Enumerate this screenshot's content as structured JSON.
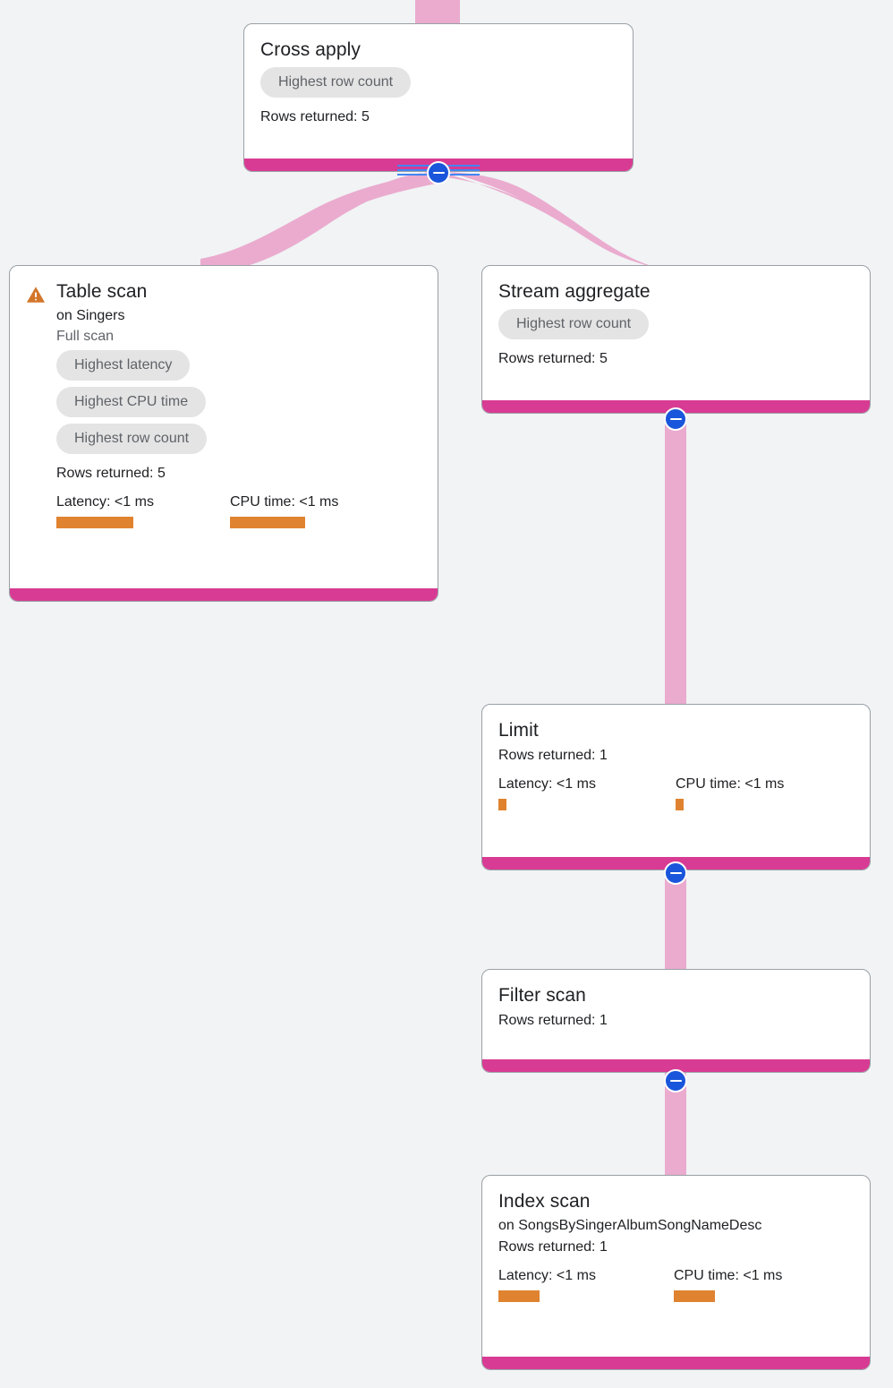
{
  "canvas": {
    "background": "#f1f3f4",
    "accent_pink": "#d83b93",
    "edge_pink": "#eaabcf",
    "bar_orange": "#e08330",
    "chip_bg": "#e4e4e4",
    "toggle_blue": "#1a56db",
    "warn_orange": "#d2762a"
  },
  "labels": {
    "rows_returned_prefix": "Rows returned: ",
    "latency_prefix": "Latency: ",
    "cpu_prefix": "CPU time: ",
    "on_prefix": "on "
  },
  "nodes": [
    {
      "id": "cross-apply",
      "title": "Cross apply",
      "subtitle": "",
      "scan_type": "",
      "chips": [
        "Highest row count"
      ],
      "rows_returned": "Rows returned: 5",
      "latency": "",
      "cpu_time": "",
      "warning": false,
      "collapsible": true
    },
    {
      "id": "table-scan",
      "title": "Table scan",
      "subtitle": "on Singers",
      "scan_type": "Full scan",
      "chips": [
        "Highest latency",
        "Highest CPU time",
        "Highest row count"
      ],
      "rows_returned": "Rows returned: 5",
      "latency": "Latency: <1 ms",
      "cpu_time": "CPU time: <1 ms",
      "warning": true,
      "collapsible": false
    },
    {
      "id": "stream-aggregate",
      "title": "Stream aggregate",
      "subtitle": "",
      "scan_type": "",
      "chips": [
        "Highest row count"
      ],
      "rows_returned": "Rows returned: 5",
      "latency": "",
      "cpu_time": "",
      "warning": false,
      "collapsible": true
    },
    {
      "id": "limit",
      "title": "Limit",
      "subtitle": "",
      "scan_type": "",
      "chips": [],
      "rows_returned": "Rows returned: 1",
      "latency": "Latency: <1 ms",
      "cpu_time": "CPU time: <1 ms",
      "warning": false,
      "collapsible": true
    },
    {
      "id": "filter-scan",
      "title": "Filter scan",
      "subtitle": "",
      "scan_type": "",
      "chips": [],
      "rows_returned": "Rows returned: 1",
      "latency": "",
      "cpu_time": "",
      "warning": false,
      "collapsible": true
    },
    {
      "id": "index-scan",
      "title": "Index scan",
      "subtitle": "on SongsBySingerAlbumSongNameDesc",
      "scan_type": "",
      "chips": [],
      "rows_returned": "Rows returned: 1",
      "latency": "Latency: <1 ms",
      "cpu_time": "CPU time: <1 ms",
      "warning": false,
      "collapsible": false
    }
  ],
  "edges": [
    {
      "from": "root-inlet",
      "to": "cross-apply"
    },
    {
      "from": "cross-apply",
      "to": "table-scan"
    },
    {
      "from": "cross-apply",
      "to": "stream-aggregate"
    },
    {
      "from": "stream-aggregate",
      "to": "limit"
    },
    {
      "from": "limit",
      "to": "filter-scan"
    },
    {
      "from": "filter-scan",
      "to": "index-scan"
    }
  ]
}
